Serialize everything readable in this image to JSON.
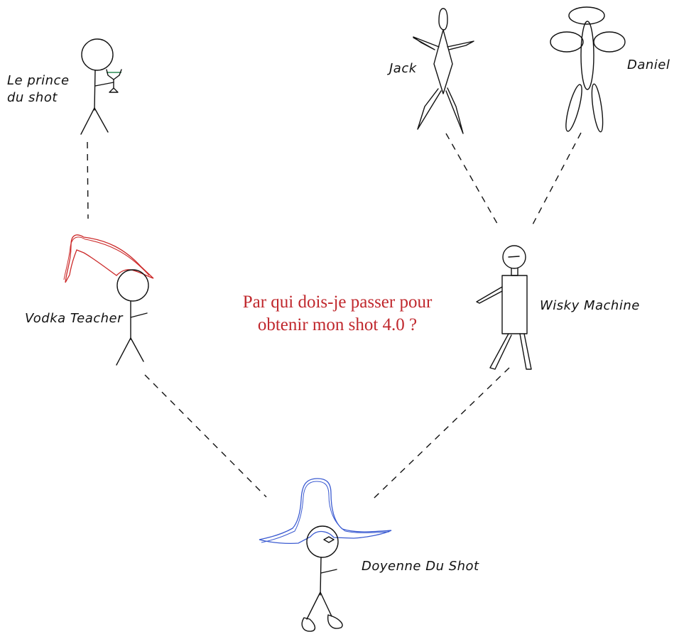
{
  "question": {
    "line1": "Par qui dois-je passer pour",
    "line2": "obtenir mon shot 4.0 ?",
    "color": "#c0282d"
  },
  "people": {
    "prince": {
      "label_line1": "Le prince",
      "label_line2": "du shot",
      "accessory": "cocktail-glass",
      "accessory_color": "#2e8b57"
    },
    "vodka": {
      "label": "Vodka Teacher",
      "accessory": "hat",
      "accessory_color": "#cc2a2a"
    },
    "wisky": {
      "label": "Wisky Machine",
      "accessory": "none"
    },
    "jack": {
      "label": "Jack",
      "accessory": "none"
    },
    "daniel": {
      "label": "Daniel",
      "accessory": "none"
    },
    "doyenne": {
      "label": "Doyenne Du Shot",
      "accessory": "hat",
      "accessory_color": "#3b5bd1"
    }
  }
}
